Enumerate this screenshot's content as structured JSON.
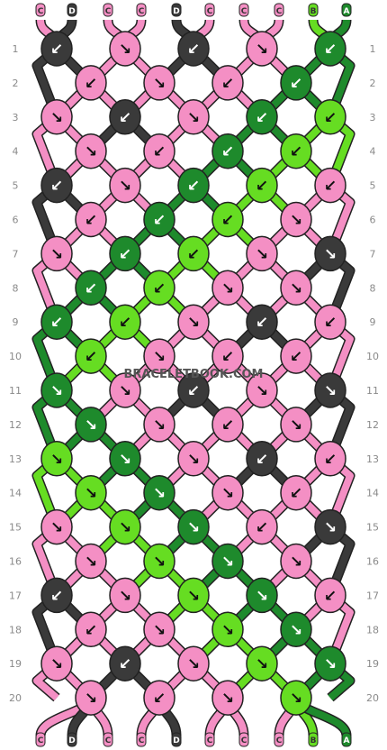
{
  "watermark": "BRACELETBOOK.COM",
  "colors": {
    "C": "#f48fc4",
    "D": "#3a3a3a",
    "B": "#66dd22",
    "A": "#1e8a2c"
  },
  "strands_top": [
    "C",
    "D",
    "C",
    "C",
    "D",
    "C",
    "C",
    "C",
    "B",
    "A"
  ],
  "strands_bottom": [
    "C",
    "D",
    "C",
    "C",
    "D",
    "C",
    "C",
    "C",
    "B",
    "A"
  ],
  "row_numbers": [
    1,
    2,
    3,
    4,
    5,
    6,
    7,
    8,
    9,
    10,
    11,
    12,
    13,
    14,
    15,
    16,
    17,
    18,
    19,
    20
  ],
  "knots": [
    [
      {
        "c": "D",
        "a": "↙"
      },
      {
        "c": "C",
        "a": "↘"
      },
      {
        "c": "D",
        "a": "↙"
      },
      {
        "c": "C",
        "a": "↘"
      },
      {
        "c": "A",
        "a": "↙"
      }
    ],
    [
      {
        "c": "C",
        "a": "↙"
      },
      {
        "c": "C",
        "a": "↘"
      },
      {
        "c": "C",
        "a": "↙"
      },
      {
        "c": "A",
        "a": "↙"
      }
    ],
    [
      {
        "c": "C",
        "a": "↘"
      },
      {
        "c": "D",
        "a": "↙"
      },
      {
        "c": "C",
        "a": "↘"
      },
      {
        "c": "A",
        "a": "↙"
      },
      {
        "c": "B",
        "a": "↙"
      }
    ],
    [
      {
        "c": "C",
        "a": "↘"
      },
      {
        "c": "C",
        "a": "↙"
      },
      {
        "c": "A",
        "a": "↙"
      },
      {
        "c": "B",
        "a": "↙"
      }
    ],
    [
      {
        "c": "D",
        "a": "↙"
      },
      {
        "c": "C",
        "a": "↘"
      },
      {
        "c": "A",
        "a": "↙"
      },
      {
        "c": "B",
        "a": "↙"
      },
      {
        "c": "C",
        "a": "↙"
      }
    ],
    [
      {
        "c": "C",
        "a": "↙"
      },
      {
        "c": "A",
        "a": "↙"
      },
      {
        "c": "B",
        "a": "↙"
      },
      {
        "c": "C",
        "a": "↘"
      }
    ],
    [
      {
        "c": "C",
        "a": "↘"
      },
      {
        "c": "A",
        "a": "↙"
      },
      {
        "c": "B",
        "a": "↙"
      },
      {
        "c": "C",
        "a": "↘"
      },
      {
        "c": "D",
        "a": "↘"
      }
    ],
    [
      {
        "c": "A",
        "a": "↙"
      },
      {
        "c": "B",
        "a": "↙"
      },
      {
        "c": "C",
        "a": "↘"
      },
      {
        "c": "C",
        "a": "↘"
      }
    ],
    [
      {
        "c": "A",
        "a": "↙"
      },
      {
        "c": "B",
        "a": "↙"
      },
      {
        "c": "C",
        "a": "↘"
      },
      {
        "c": "D",
        "a": "↙"
      },
      {
        "c": "C",
        "a": "↙"
      }
    ],
    [
      {
        "c": "B",
        "a": "↙"
      },
      {
        "c": "C",
        "a": "↘"
      },
      {
        "c": "C",
        "a": "↙"
      },
      {
        "c": "C",
        "a": "↙"
      }
    ],
    [
      {
        "c": "A",
        "a": "↘"
      },
      {
        "c": "C",
        "a": "↘"
      },
      {
        "c": "D",
        "a": "↙"
      },
      {
        "c": "C",
        "a": "↘"
      },
      {
        "c": "D",
        "a": "↘"
      }
    ],
    [
      {
        "c": "A",
        "a": "↘"
      },
      {
        "c": "C",
        "a": "↘"
      },
      {
        "c": "C",
        "a": "↙"
      },
      {
        "c": "C",
        "a": "↘"
      }
    ],
    [
      {
        "c": "B",
        "a": "↘"
      },
      {
        "c": "A",
        "a": "↘"
      },
      {
        "c": "C",
        "a": "↘"
      },
      {
        "c": "D",
        "a": "↙"
      },
      {
        "c": "C",
        "a": "↙"
      }
    ],
    [
      {
        "c": "B",
        "a": "↘"
      },
      {
        "c": "A",
        "a": "↘"
      },
      {
        "c": "C",
        "a": "↘"
      },
      {
        "c": "C",
        "a": "↙"
      }
    ],
    [
      {
        "c": "C",
        "a": "↘"
      },
      {
        "c": "B",
        "a": "↘"
      },
      {
        "c": "A",
        "a": "↘"
      },
      {
        "c": "C",
        "a": "↙"
      },
      {
        "c": "D",
        "a": "↘"
      }
    ],
    [
      {
        "c": "C",
        "a": "↘"
      },
      {
        "c": "B",
        "a": "↘"
      },
      {
        "c": "A",
        "a": "↘"
      },
      {
        "c": "C",
        "a": "↘"
      }
    ],
    [
      {
        "c": "D",
        "a": "↙"
      },
      {
        "c": "C",
        "a": "↘"
      },
      {
        "c": "B",
        "a": "↘"
      },
      {
        "c": "A",
        "a": "↘"
      },
      {
        "c": "C",
        "a": "↙"
      }
    ],
    [
      {
        "c": "C",
        "a": "↙"
      },
      {
        "c": "C",
        "a": "↘"
      },
      {
        "c": "B",
        "a": "↘"
      },
      {
        "c": "A",
        "a": "↘"
      }
    ],
    [
      {
        "c": "C",
        "a": "↘"
      },
      {
        "c": "D",
        "a": "↙"
      },
      {
        "c": "C",
        "a": "↘"
      },
      {
        "c": "B",
        "a": "↘"
      },
      {
        "c": "A",
        "a": "↘"
      }
    ],
    [
      {
        "c": "C",
        "a": "↘"
      },
      {
        "c": "C",
        "a": "↙"
      },
      {
        "c": "C",
        "a": "↘"
      },
      {
        "c": "B",
        "a": "↘"
      }
    ]
  ]
}
